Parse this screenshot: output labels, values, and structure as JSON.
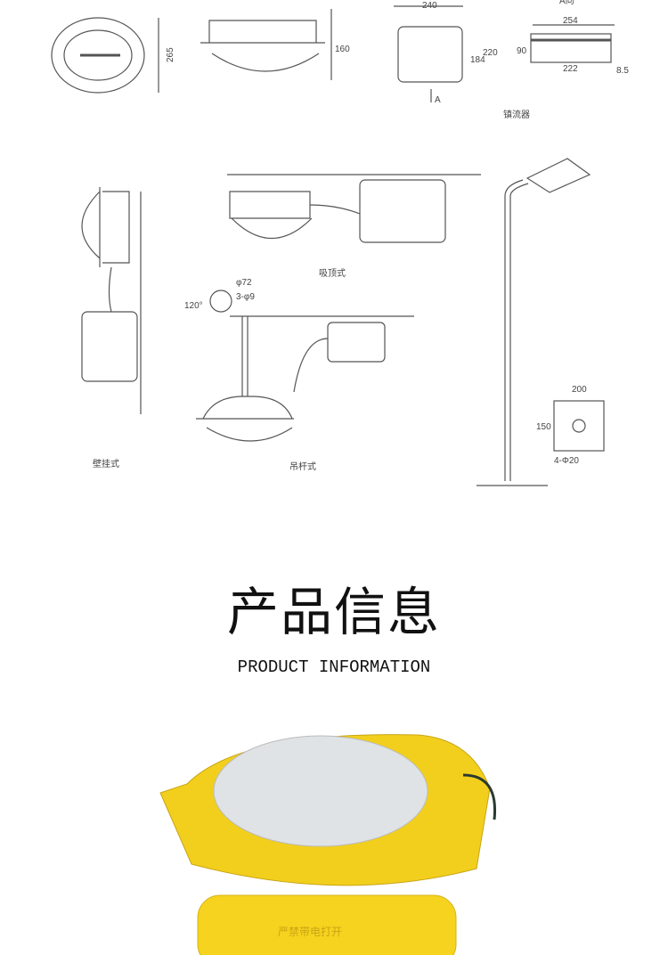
{
  "drawings": {
    "top_view": {
      "dims": [
        "265",
        "160"
      ]
    },
    "ballast": {
      "dims": [
        "240",
        "184",
        "220"
      ],
      "arrow_label": "A",
      "label": "镇流器"
    },
    "view_a": {
      "label": "A向",
      "dims": [
        "254",
        "90",
        "222",
        "8.5"
      ]
    },
    "ceiling_mount": {
      "label": "吸顶式"
    },
    "pendant_mount": {
      "label": "吊杆式",
      "dims": [
        "φ72",
        "3-φ9",
        "120°"
      ]
    },
    "wall_mount": {
      "label": "壁挂式"
    },
    "pole_base": {
      "dims": [
        "200",
        "150",
        "4-Φ20"
      ]
    }
  },
  "section": {
    "title_cn": "产品信息",
    "title_en": "PRODUCT INFORMATION"
  },
  "photo": {
    "lid_text": "严禁带电打开",
    "colors": {
      "body": "#f2cf1d",
      "glass": "#dfe3e6"
    }
  }
}
